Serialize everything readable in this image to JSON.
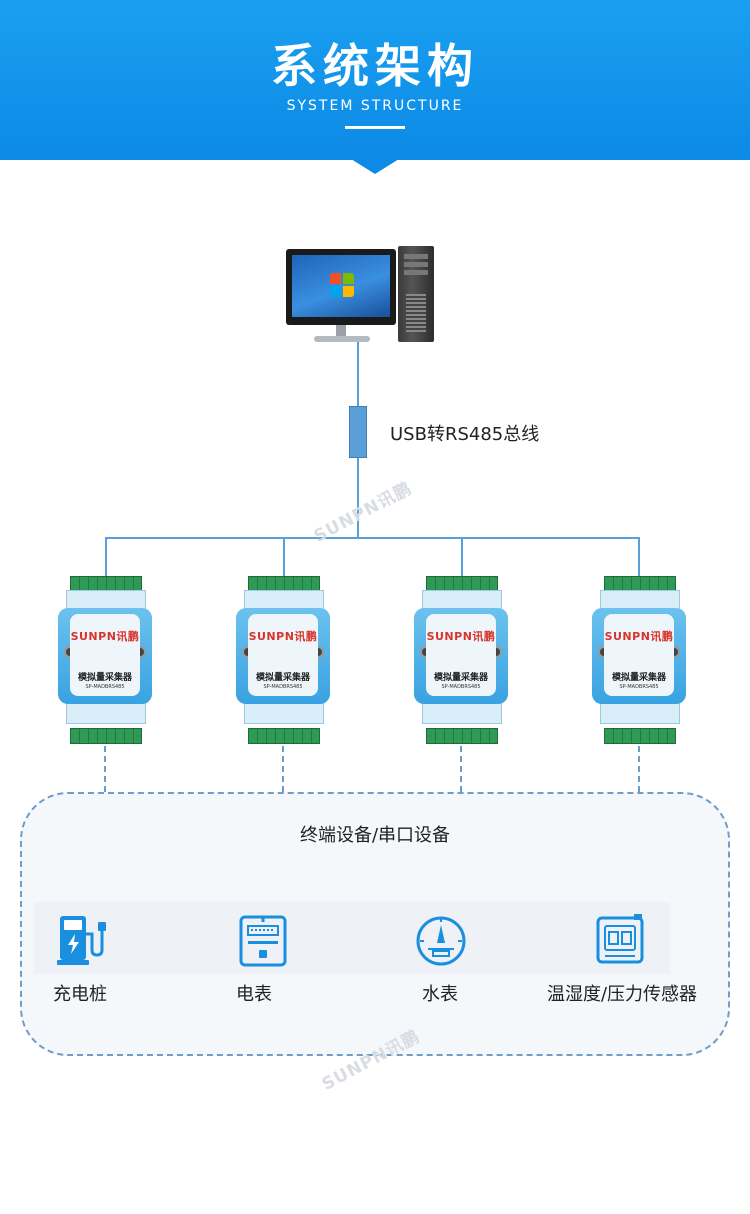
{
  "header": {
    "title": "系统架构",
    "subtitle": "SYSTEM STRUCTURE"
  },
  "bus": {
    "label": "USB转RS485总线"
  },
  "watermark": "SUNPN讯鹏",
  "modules": [
    {
      "logo": "SUNPN讯鹏",
      "name": "模拟量采集器",
      "model": "SP-MADBRS485"
    },
    {
      "logo": "SUNPN讯鹏",
      "name": "模拟量采集器",
      "model": "SP-MADBRS485"
    },
    {
      "logo": "SUNPN讯鹏",
      "name": "模拟量采集器",
      "model": "SP-MADBRS485"
    },
    {
      "logo": "SUNPN讯鹏",
      "name": "模拟量采集器",
      "model": "SP-MADBRS485"
    }
  ],
  "devices": {
    "title": "终端设备/串口设备",
    "items": [
      {
        "label": "充电桩",
        "icon": "charging-pile-icon"
      },
      {
        "label": "电表",
        "icon": "electric-meter-icon"
      },
      {
        "label": "水表",
        "icon": "water-meter-icon"
      },
      {
        "label": "温湿度/压力传感器",
        "icon": "sensor-icon"
      }
    ]
  },
  "colors": {
    "header": "#0c8ae6",
    "line": "#5a9fd8",
    "module": "#39a2e2",
    "icon": "#1a8fe0"
  }
}
